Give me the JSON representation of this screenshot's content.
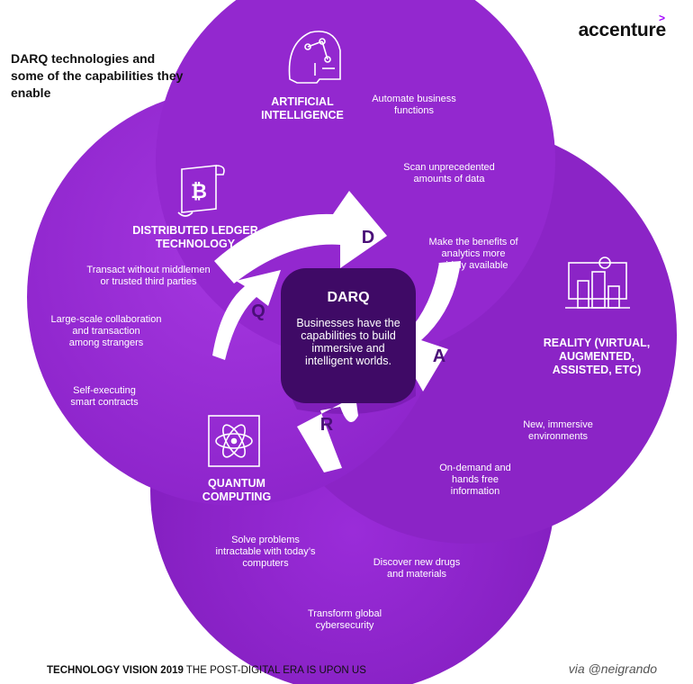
{
  "intro": {
    "title": "DARQ technologies and some of the capabilities they enable"
  },
  "brand": {
    "logo_text": "accenture",
    "logo_mark": ">"
  },
  "colors": {
    "circle_light": "#9b2fd6",
    "circle_mid": "#8520c2",
    "circle_dark": "#6e15a8",
    "center": "#3f0a66",
    "arrow": "#ffffff",
    "letter": "#4a0f78"
  },
  "technologies": {
    "ai": {
      "heading_line1": "ARTIFICIAL",
      "heading_line2": "INTELLIGENCE",
      "icon": "ai-head-icon",
      "capabilities": [
        [
          "Automate business",
          "functions"
        ],
        [
          "Scan unprecedented",
          "amounts of data"
        ],
        [
          "Make the benefits of",
          "analytics more",
          "widely available"
        ]
      ]
    },
    "dlt": {
      "heading_line1": "DISTRIBUTED LEDGER",
      "heading_line2": "TECHNOLOGY",
      "icon": "bitcoin-scroll-icon",
      "capabilities": [
        [
          "Transact without middlemen",
          "or trusted third parties"
        ],
        [
          "Large-scale collaboration",
          "and transaction",
          "among strangers"
        ],
        [
          "Self-executing",
          "smart contracts"
        ]
      ]
    },
    "reality": {
      "heading_line1": "REALITY (VIRTUAL,",
      "heading_line2": "AUGMENTED,",
      "heading_line3": "ASSISTED, ETC)",
      "icon": "ar-city-icon",
      "capabilities": [
        [
          "New, immersive",
          "environments"
        ],
        [
          "On-demand and",
          "hands free",
          "information"
        ]
      ]
    },
    "quantum": {
      "heading_line1": "QUANTUM",
      "heading_line2": "COMPUTING",
      "icon": "atom-chip-icon",
      "capabilities": [
        [
          "Solve problems",
          "intractable with today’s",
          "computers"
        ],
        [
          "Discover new drugs",
          "and materials"
        ],
        [
          "Transform global",
          "cybersecurity"
        ]
      ]
    }
  },
  "center": {
    "title": "DARQ",
    "body": [
      "Businesses have the",
      "capabilities to build",
      "immersive and",
      "intelligent worlds."
    ]
  },
  "letters": {
    "d": "D",
    "a": "A",
    "r": "R",
    "q": "Q"
  },
  "footer": {
    "bold": "TECHNOLOGY VISION 2019",
    "rest": "THE POST-DIGITAL ERA IS UPON US",
    "credit": "via @neigrando"
  }
}
